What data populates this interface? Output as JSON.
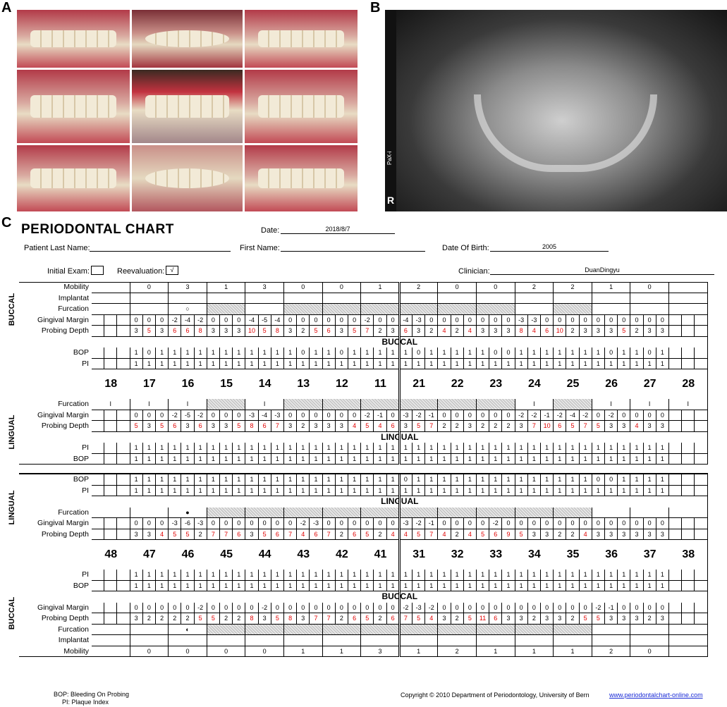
{
  "panel_letters": {
    "a": "A",
    "b": "B",
    "c": "C"
  },
  "xray": {
    "brand": "PaX-i",
    "side": "R"
  },
  "chart_title": "PERIODONTAL CHART",
  "header": {
    "date_label": "Date:",
    "date_value": "2018/8/7",
    "last_name_label": "Patient Last Name:",
    "first_name_label": "First Name:",
    "dob_label": "Date Of Birth:",
    "dob_value": "2005",
    "initial_exam_label": "Initial Exam:",
    "initial_exam_value": "",
    "reevaluation_label": "Reevaluation:",
    "reevaluation_value": "√",
    "clinician_label": "Clinician:",
    "clinician_value": "DuanDingyu"
  },
  "labels": {
    "mobility": "Mobility",
    "implantat": "Implantat",
    "furcation": "Furcation",
    "gingival_margin": "Gingival Margin",
    "probing_depth": "Probing Depth",
    "bop": "BOP",
    "pi": "PI",
    "buccal": "BUCCAL",
    "lingual": "LINGUAL"
  },
  "upper_teeth": [
    "18",
    "17",
    "16",
    "15",
    "14",
    "13",
    "12",
    "11",
    "21",
    "22",
    "23",
    "24",
    "25",
    "26",
    "27",
    "28"
  ],
  "lower_teeth": [
    "48",
    "47",
    "46",
    "45",
    "44",
    "43",
    "42",
    "41",
    "31",
    "32",
    "33",
    "34",
    "35",
    "36",
    "37",
    "38"
  ],
  "upper": {
    "mobility": [
      "",
      "0",
      "3",
      "1",
      "3",
      "0",
      "0",
      "1",
      "2",
      "0",
      "0",
      "2",
      "2",
      "1",
      "0",
      ""
    ],
    "furcation_buccal": [
      "",
      "",
      "○",
      "#",
      "",
      "#",
      "#",
      "#",
      "#",
      "#",
      "#",
      "",
      "#",
      "",
      "",
      ""
    ],
    "gm_buccal": [
      [
        "",
        "",
        ""
      ],
      [
        "0",
        "0",
        "0"
      ],
      [
        "-2",
        "-4",
        "-2"
      ],
      [
        "0",
        "0",
        "0"
      ],
      [
        "-4",
        "-5",
        "-4"
      ],
      [
        "0",
        "0",
        "0"
      ],
      [
        "0",
        "0",
        "0"
      ],
      [
        "-2",
        "0",
        "0"
      ],
      [
        "-4",
        "-3",
        "0"
      ],
      [
        "0",
        "0",
        "0"
      ],
      [
        "0",
        "0",
        "0"
      ],
      [
        "-3",
        "-3",
        "0"
      ],
      [
        "0",
        "0",
        "0"
      ],
      [
        "0",
        "0",
        "0"
      ],
      [
        "0",
        "0",
        "0"
      ],
      [
        "",
        "",
        ""
      ]
    ],
    "pd_buccal": [
      [
        "",
        "",
        ""
      ],
      [
        "3",
        "5",
        "3"
      ],
      [
        "6",
        "6",
        "8"
      ],
      [
        "3",
        "3",
        "3"
      ],
      [
        "10",
        "5",
        "8"
      ],
      [
        "3",
        "2",
        "5"
      ],
      [
        "6",
        "3",
        "5"
      ],
      [
        "7",
        "2",
        "3"
      ],
      [
        "6",
        "3",
        "2"
      ],
      [
        "4",
        "2",
        "4"
      ],
      [
        "3",
        "3",
        "3"
      ],
      [
        "8",
        "4",
        "6"
      ],
      [
        "10",
        "2",
        "3"
      ],
      [
        "3",
        "3",
        "5"
      ],
      [
        "2",
        "3",
        "3"
      ],
      [
        "",
        "",
        ""
      ]
    ],
    "bop_buccal": [
      [
        "",
        "",
        ""
      ],
      [
        "1",
        "0",
        "1"
      ],
      [
        "1",
        "1",
        "1"
      ],
      [
        "1",
        "1",
        "1"
      ],
      [
        "1",
        "1",
        "1"
      ],
      [
        "1",
        "0",
        "1"
      ],
      [
        "1",
        "0",
        "1"
      ],
      [
        "1",
        "1",
        "1"
      ],
      [
        "1",
        "0",
        "1"
      ],
      [
        "1",
        "1",
        "1"
      ],
      [
        "1",
        "0",
        "0"
      ],
      [
        "1",
        "1",
        "1"
      ],
      [
        "1",
        "1",
        "1"
      ],
      [
        "1",
        "0",
        "1"
      ],
      [
        "1",
        "0",
        "1"
      ],
      [
        "",
        "",
        ""
      ]
    ],
    "pi_buccal": [
      [
        "",
        "",
        ""
      ],
      [
        "1",
        "1",
        "1"
      ],
      [
        "1",
        "1",
        "1"
      ],
      [
        "1",
        "1",
        "1"
      ],
      [
        "1",
        "1",
        "1"
      ],
      [
        "1",
        "1",
        "1"
      ],
      [
        "1",
        "1",
        "1"
      ],
      [
        "1",
        "1",
        "1"
      ],
      [
        "1",
        "1",
        "1"
      ],
      [
        "1",
        "1",
        "1"
      ],
      [
        "1",
        "1",
        "1"
      ],
      [
        "1",
        "1",
        "1"
      ],
      [
        "1",
        "1",
        "1"
      ],
      [
        "1",
        "1",
        "1"
      ],
      [
        "1",
        "1",
        "1"
      ],
      [
        "",
        "",
        ""
      ]
    ],
    "furcation_lingual": [
      "I",
      "I",
      "I",
      "#",
      "I",
      "#",
      "#",
      "#",
      "#",
      "#",
      "#",
      "I",
      "#",
      "I",
      "I",
      "I"
    ],
    "gm_lingual": [
      [
        "",
        "",
        ""
      ],
      [
        "0",
        "0",
        "0"
      ],
      [
        "-2",
        "-5",
        "-2"
      ],
      [
        "0",
        "0",
        "0"
      ],
      [
        "-3",
        "-4",
        "-3"
      ],
      [
        "0",
        "0",
        "0"
      ],
      [
        "0",
        "0",
        "0"
      ],
      [
        "-2",
        "-1",
        "0"
      ],
      [
        "-3",
        "-2",
        "-1"
      ],
      [
        "0",
        "0",
        "0"
      ],
      [
        "0",
        "0",
        "0"
      ],
      [
        "-2",
        "-2",
        "-1"
      ],
      [
        "-2",
        "-4",
        "-2"
      ],
      [
        "0",
        "-2",
        "0"
      ],
      [
        "0",
        "0",
        "0"
      ],
      [
        "",
        "",
        ""
      ]
    ],
    "pd_lingual": [
      [
        "",
        "",
        ""
      ],
      [
        "5",
        "3",
        "5"
      ],
      [
        "6",
        "3",
        "6"
      ],
      [
        "3",
        "3",
        "5"
      ],
      [
        "8",
        "6",
        "7"
      ],
      [
        "3",
        "2",
        "3"
      ],
      [
        "3",
        "3",
        "4"
      ],
      [
        "5",
        "4",
        "6"
      ],
      [
        "3",
        "5",
        "7"
      ],
      [
        "2",
        "2",
        "3"
      ],
      [
        "2",
        "2",
        "2"
      ],
      [
        "3",
        "7",
        "10"
      ],
      [
        "6",
        "5",
        "7"
      ],
      [
        "5",
        "3",
        "3"
      ],
      [
        "4",
        "3",
        "3"
      ],
      [
        "",
        "",
        ""
      ]
    ],
    "pi_lingual": [
      [
        "",
        "",
        ""
      ],
      [
        "1",
        "1",
        "1"
      ],
      [
        "1",
        "1",
        "1"
      ],
      [
        "1",
        "1",
        "1"
      ],
      [
        "1",
        "1",
        "1"
      ],
      [
        "1",
        "1",
        "1"
      ],
      [
        "1",
        "1",
        "1"
      ],
      [
        "1",
        "1",
        "1"
      ],
      [
        "1",
        "1",
        "1"
      ],
      [
        "1",
        "1",
        "1"
      ],
      [
        "1",
        "1",
        "1"
      ],
      [
        "1",
        "1",
        "1"
      ],
      [
        "1",
        "1",
        "1"
      ],
      [
        "1",
        "1",
        "1"
      ],
      [
        "1",
        "1",
        "1"
      ],
      [
        "",
        "",
        ""
      ]
    ],
    "bop_lingual": [
      [
        "",
        "",
        ""
      ],
      [
        "1",
        "1",
        "1"
      ],
      [
        "1",
        "1",
        "1"
      ],
      [
        "1",
        "1",
        "1"
      ],
      [
        "1",
        "1",
        "1"
      ],
      [
        "1",
        "1",
        "1"
      ],
      [
        "1",
        "1",
        "1"
      ],
      [
        "1",
        "1",
        "1"
      ],
      [
        "1",
        "1",
        "1"
      ],
      [
        "1",
        "1",
        "1"
      ],
      [
        "1",
        "1",
        "1"
      ],
      [
        "1",
        "1",
        "1"
      ],
      [
        "1",
        "1",
        "1"
      ],
      [
        "1",
        "1",
        "1"
      ],
      [
        "1",
        "1",
        "1"
      ],
      [
        "",
        "",
        ""
      ]
    ]
  },
  "lower": {
    "bop_lingual": [
      [
        "",
        "",
        ""
      ],
      [
        "1",
        "1",
        "1"
      ],
      [
        "1",
        "1",
        "1"
      ],
      [
        "1",
        "1",
        "1"
      ],
      [
        "1",
        "1",
        "1"
      ],
      [
        "1",
        "1",
        "1"
      ],
      [
        "1",
        "1",
        "1"
      ],
      [
        "1",
        "1",
        "1"
      ],
      [
        "0",
        "1",
        "1"
      ],
      [
        "1",
        "1",
        "1"
      ],
      [
        "1",
        "1",
        "1"
      ],
      [
        "1",
        "1",
        "1"
      ],
      [
        "1",
        "1",
        "1"
      ],
      [
        "0",
        "0",
        "1"
      ],
      [
        "1",
        "1",
        "1"
      ],
      [
        "",
        "",
        ""
      ]
    ],
    "pi_lingual": [
      [
        "",
        "",
        ""
      ],
      [
        "1",
        "1",
        "1"
      ],
      [
        "1",
        "1",
        "1"
      ],
      [
        "1",
        "1",
        "1"
      ],
      [
        "1",
        "1",
        "1"
      ],
      [
        "1",
        "1",
        "1"
      ],
      [
        "1",
        "1",
        "1"
      ],
      [
        "1",
        "1",
        "1"
      ],
      [
        "1",
        "1",
        "1"
      ],
      [
        "1",
        "1",
        "1"
      ],
      [
        "1",
        "1",
        "1"
      ],
      [
        "1",
        "1",
        "1"
      ],
      [
        "1",
        "1",
        "1"
      ],
      [
        "1",
        "1",
        "1"
      ],
      [
        "1",
        "1",
        "1"
      ],
      [
        "",
        "",
        ""
      ]
    ],
    "furcation_lingual": [
      "",
      "",
      "●",
      "#",
      "#",
      "#",
      "#",
      "#",
      "#",
      "#",
      "#",
      "#",
      "#",
      "",
      "",
      ""
    ],
    "gm_lingual": [
      [
        "",
        "",
        ""
      ],
      [
        "0",
        "0",
        "0"
      ],
      [
        "-3",
        "-6",
        "-3"
      ],
      [
        "0",
        "0",
        "0"
      ],
      [
        "0",
        "0",
        "0"
      ],
      [
        "0",
        "-2",
        "-3"
      ],
      [
        "0",
        "0",
        "0"
      ],
      [
        "0",
        "0",
        "0"
      ],
      [
        "-3",
        "-2",
        "-1"
      ],
      [
        "0",
        "0",
        "0"
      ],
      [
        "0",
        "-2",
        "0"
      ],
      [
        "0",
        "0",
        "0"
      ],
      [
        "0",
        "0",
        "0"
      ],
      [
        "0",
        "0",
        "0"
      ],
      [
        "0",
        "0",
        "0"
      ],
      [
        "",
        "",
        ""
      ]
    ],
    "pd_lingual": [
      [
        "",
        "",
        ""
      ],
      [
        "3",
        "3",
        "4"
      ],
      [
        "5",
        "5",
        "2"
      ],
      [
        "7",
        "7",
        "6"
      ],
      [
        "3",
        "5",
        "6"
      ],
      [
        "7",
        "4",
        "6"
      ],
      [
        "7",
        "2",
        "6"
      ],
      [
        "5",
        "2",
        "4"
      ],
      [
        "4",
        "5",
        "7"
      ],
      [
        "4",
        "2",
        "4"
      ],
      [
        "5",
        "6",
        "9"
      ],
      [
        "5",
        "3",
        "3"
      ],
      [
        "2",
        "2",
        "4"
      ],
      [
        "3",
        "3",
        "3"
      ],
      [
        "3",
        "3",
        "3"
      ],
      [
        "",
        "",
        ""
      ]
    ],
    "pi_buccal": [
      [
        "",
        "",
        ""
      ],
      [
        "1",
        "1",
        "1"
      ],
      [
        "1",
        "1",
        "1"
      ],
      [
        "1",
        "1",
        "1"
      ],
      [
        "1",
        "1",
        "1"
      ],
      [
        "1",
        "1",
        "1"
      ],
      [
        "1",
        "1",
        "1"
      ],
      [
        "1",
        "1",
        "1"
      ],
      [
        "1",
        "1",
        "1"
      ],
      [
        "1",
        "1",
        "1"
      ],
      [
        "1",
        "1",
        "1"
      ],
      [
        "1",
        "1",
        "1"
      ],
      [
        "1",
        "1",
        "1"
      ],
      [
        "1",
        "1",
        "1"
      ],
      [
        "1",
        "1",
        "1"
      ],
      [
        "",
        "",
        ""
      ]
    ],
    "bop_buccal": [
      [
        "",
        "",
        ""
      ],
      [
        "1",
        "1",
        "1"
      ],
      [
        "1",
        "1",
        "1"
      ],
      [
        "1",
        "1",
        "1"
      ],
      [
        "1",
        "1",
        "1"
      ],
      [
        "1",
        "1",
        "1"
      ],
      [
        "1",
        "1",
        "1"
      ],
      [
        "1",
        "1",
        "1"
      ],
      [
        "1",
        "1",
        "1"
      ],
      [
        "1",
        "1",
        "1"
      ],
      [
        "1",
        "1",
        "1"
      ],
      [
        "1",
        "1",
        "1"
      ],
      [
        "1",
        "1",
        "1"
      ],
      [
        "1",
        "1",
        "1"
      ],
      [
        "1",
        "1",
        "1"
      ],
      [
        "",
        "",
        ""
      ]
    ],
    "gm_buccal": [
      [
        "",
        "",
        ""
      ],
      [
        "0",
        "0",
        "0"
      ],
      [
        "0",
        "0",
        "-2"
      ],
      [
        "0",
        "0",
        "0"
      ],
      [
        "0",
        "-2",
        "0"
      ],
      [
        "0",
        "0",
        "0"
      ],
      [
        "0",
        "0",
        "0"
      ],
      [
        "0",
        "0",
        "0"
      ],
      [
        "-2",
        "-3",
        "-2"
      ],
      [
        "0",
        "0",
        "0"
      ],
      [
        "0",
        "0",
        "0"
      ],
      [
        "0",
        "0",
        "0"
      ],
      [
        "0",
        "0",
        "0"
      ],
      [
        "-2",
        "-1",
        "0"
      ],
      [
        "0",
        "0",
        "0"
      ],
      [
        "",
        "",
        ""
      ]
    ],
    "pd_buccal": [
      [
        "",
        "",
        ""
      ],
      [
        "3",
        "2",
        "2"
      ],
      [
        "2",
        "2",
        "5"
      ],
      [
        "5",
        "2",
        "2"
      ],
      [
        "8",
        "3",
        "5"
      ],
      [
        "8",
        "3",
        "7"
      ],
      [
        "7",
        "2",
        "6"
      ],
      [
        "5",
        "2",
        "6"
      ],
      [
        "7",
        "5",
        "4"
      ],
      [
        "3",
        "2",
        "5"
      ],
      [
        "11",
        "6",
        "3"
      ],
      [
        "3",
        "2",
        "3"
      ],
      [
        "3",
        "2",
        "5"
      ],
      [
        "5",
        "3",
        "3"
      ],
      [
        "3",
        "2",
        "3"
      ],
      [
        "",
        "",
        ""
      ]
    ],
    "furcation_buccal": [
      "",
      "",
      "◐",
      "#",
      "#",
      "#",
      "#",
      "#",
      "#",
      "#",
      "#",
      "#",
      "#",
      "",
      "",
      ""
    ],
    "mobility": [
      "",
      "0",
      "0",
      "0",
      "0",
      "1",
      "1",
      "3",
      "1",
      "2",
      "1",
      "1",
      "1",
      "2",
      "0",
      ""
    ]
  },
  "red_threshold": 4,
  "footer": {
    "bop_legend": "BOP: Bleeding On Probing",
    "pi_legend": "PI: Plaque Index",
    "copyright": "Copyright © 2010 Department of Periodontology, University of Bern",
    "url": "www.periodontalchart-online.com"
  }
}
